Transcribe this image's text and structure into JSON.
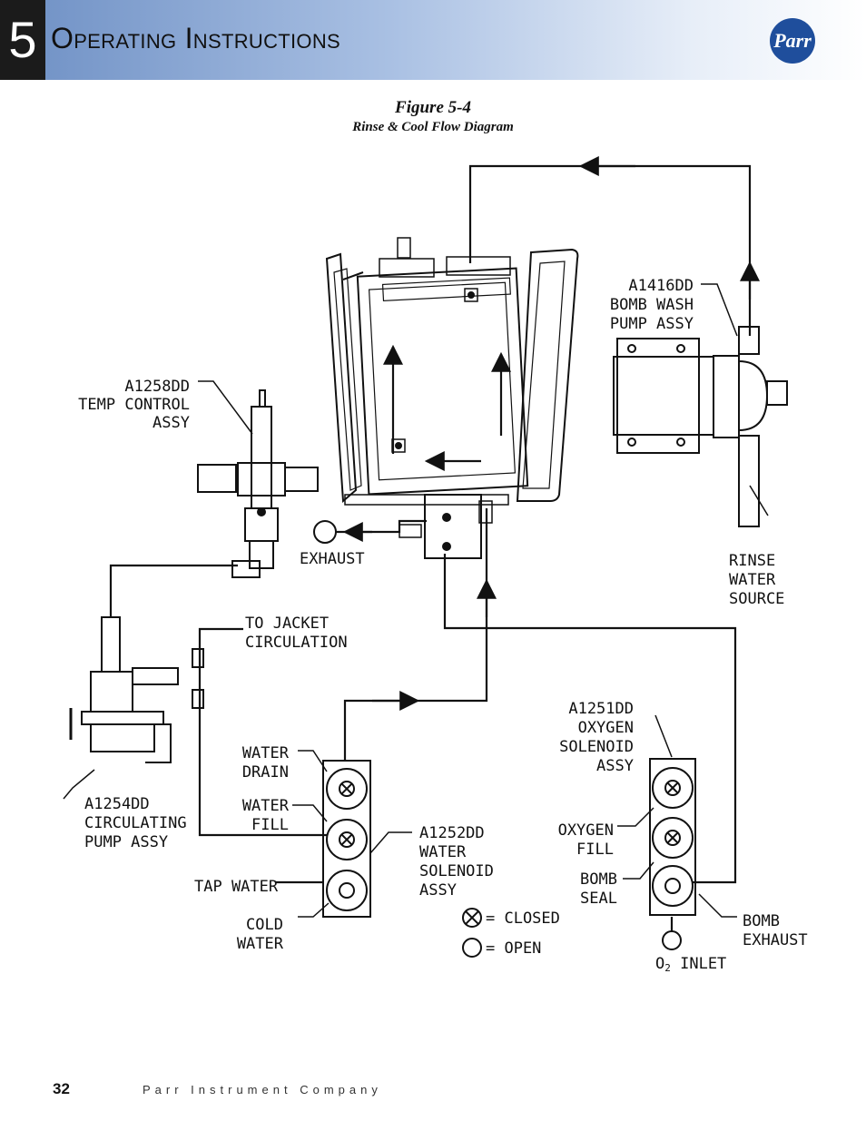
{
  "header": {
    "chapter_number": "5",
    "chapter_title": "Operating Instructions",
    "logo_text": "Parr"
  },
  "figure": {
    "number": "Figure 5-4",
    "title": "Rinse & Cool Flow Diagram"
  },
  "labels": {
    "temp_control_1": "A1258DD",
    "temp_control_2": "TEMP CONTROL",
    "temp_control_3": "ASSY",
    "bomb_wash_1": "A1416DD",
    "bomb_wash_2": "BOMB WASH",
    "bomb_wash_3": "PUMP ASSY",
    "exhaust": "EXHAUST",
    "rinse_1": "RINSE",
    "rinse_2": "WATER",
    "rinse_3": "SOURCE",
    "jacket_1": "TO JACKET",
    "jacket_2": "CIRCULATION",
    "oxygen_sol_1": "A1251DD",
    "oxygen_sol_2": "OXYGEN",
    "oxygen_sol_3": "SOLENOID",
    "oxygen_sol_4": "ASSY",
    "water_drain_1": "WATER",
    "water_drain_2": "DRAIN",
    "water_fill_1": "WATER",
    "water_fill_2": "FILL",
    "circ_pump_1": "A1254DD",
    "circ_pump_2": "CIRCULATING",
    "circ_pump_3": "PUMP ASSY",
    "water_sol_1": "A1252DD",
    "water_sol_2": "WATER",
    "water_sol_3": "SOLENOID",
    "water_sol_4": "ASSY",
    "oxygen_fill_1": "OXYGEN",
    "oxygen_fill_2": "FILL",
    "bomb_seal_1": "BOMB",
    "bomb_seal_2": "SEAL",
    "tap_water": "TAP WATER",
    "cold_water_1": "COLD",
    "cold_water_2": "WATER",
    "bomb_exhaust_1": "BOMB",
    "bomb_exhaust_2": "EXHAUST",
    "legend_closed": "= CLOSED",
    "legend_open": "= OPEN",
    "o2_o": "O",
    "o2_sub": "2",
    "o2_rest": " INLET"
  },
  "footer": {
    "page_number": "32",
    "company": "Parr Instrument Company"
  }
}
